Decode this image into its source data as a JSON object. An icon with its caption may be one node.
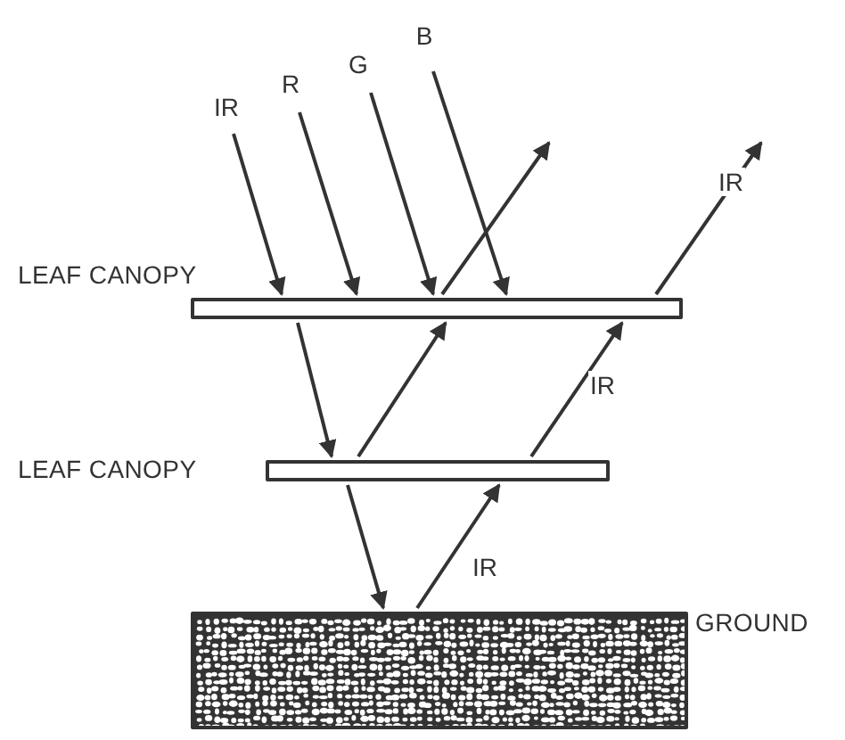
{
  "diagram": {
    "nodes": [
      {
        "text": [
          "LEAF CANOPY"
        ]
      },
      {
        "text": [
          "LEAF CANOPY"
        ]
      },
      {
        "text": [
          "GROUND"
        ]
      }
    ],
    "edges": [
      {
        "from": null,
        "to": 0,
        "arrow": "to",
        "label": "IR"
      },
      {
        "from": null,
        "to": 0,
        "arrow": "to",
        "label": "R"
      },
      {
        "from": null,
        "to": 0,
        "arrow": "to",
        "label": "G"
      },
      {
        "from": null,
        "to": 0,
        "arrow": "to",
        "label": "B"
      },
      {
        "from": 0,
        "to": null,
        "arrow": "to"
      },
      {
        "from": 0,
        "to": null,
        "arrow": "to",
        "label": "IR"
      },
      {
        "from": 0,
        "to": 1,
        "arrow": "to"
      },
      {
        "from": 1,
        "to": 0,
        "arrow": "to"
      },
      {
        "from": 1,
        "to": 0,
        "arrow": "to",
        "label": "IR"
      },
      {
        "from": 1,
        "to": 2,
        "arrow": "to"
      },
      {
        "from": 2,
        "to": 1,
        "arrow": "to",
        "label": "IR"
      }
    ]
  }
}
